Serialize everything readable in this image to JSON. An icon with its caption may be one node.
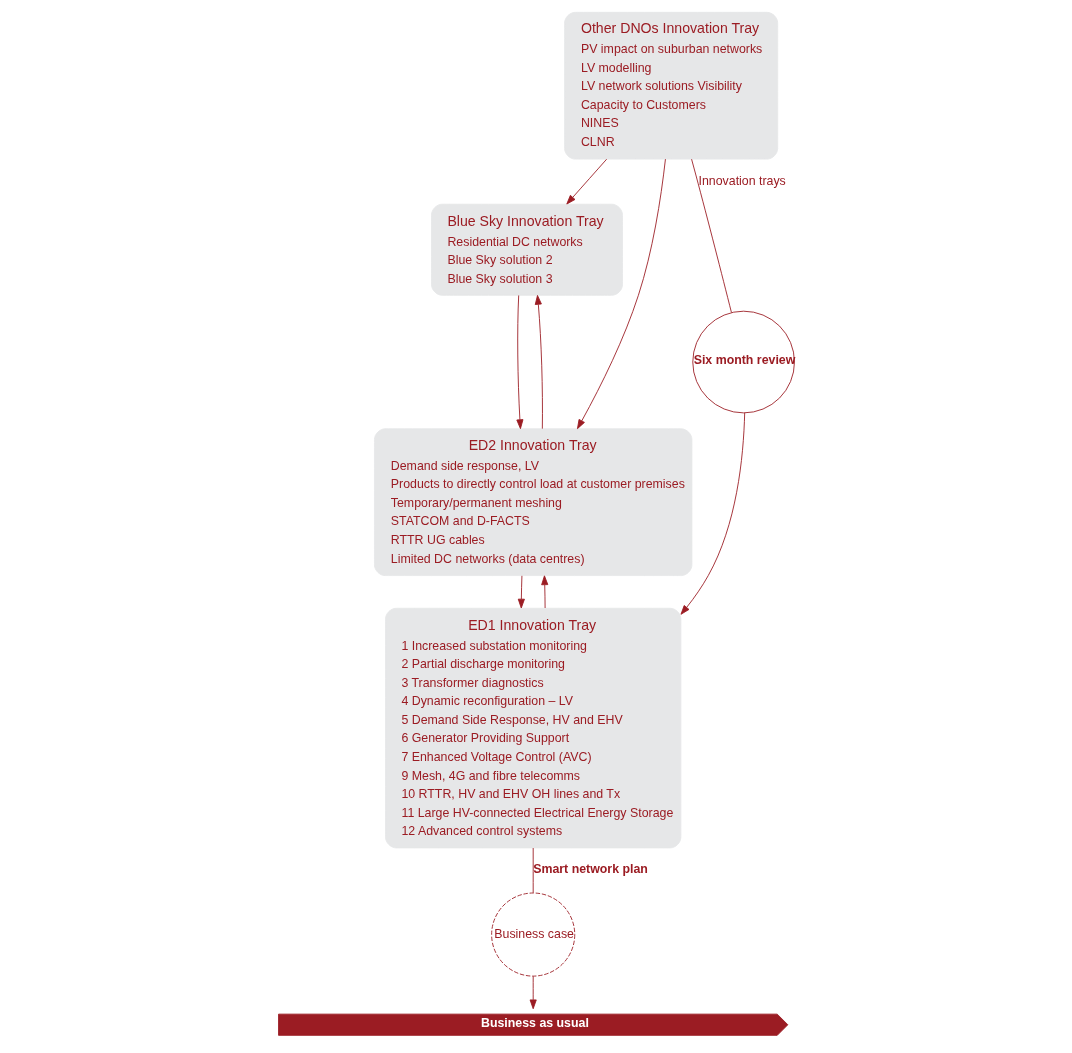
{
  "diagram": {
    "nodes": [
      {
        "text": [
          "Other DNOs Innovation Tray",
          "PV impact on suburban networks",
          "LV modelling",
          "LV network solutions Visibility",
          "Capacity to Customers",
          "NINES",
          "CLNR"
        ]
      },
      {
        "text": [
          "Blue Sky Innovation Tray",
          "Residential DC networks",
          "Blue Sky solution 2",
          "Blue Sky solution 3"
        ]
      },
      {
        "text": [
          "ED2 Innovation Tray",
          "Demand side response, LV",
          "Products to directly control load at customer premises",
          "Temporary/permanent meshing",
          "STATCOM and D-FACTS",
          "RTTR UG cables",
          "Limited DC networks (data centres)"
        ]
      },
      {
        "text": [
          "ED1 Innovation Tray",
          "1 Increased substation monitoring",
          "2 Partial discharge monitoring",
          "3 Transformer diagnostics",
          "4 Dynamic reconfiguration – LV",
          "5 Demand Side Response, HV and EHV",
          "6 Generator Providing Support",
          "7 Enhanced Voltage Control (AVC)",
          "9 Mesh, 4G and fibre telecomms",
          "10 RTTR, HV and EHV OH lines and Tx",
          "11 Large HV-connected Electrical Energy Storage",
          "12 Advanced control systems"
        ]
      },
      {
        "text": [
          "Six month review"
        ]
      },
      {
        "text": [
          "Business case"
        ]
      },
      {
        "text": [
          "Business as usual"
        ]
      }
    ],
    "edges": [
      {
        "from": 0,
        "to": 4,
        "arrow": "none",
        "label": "Innovation trays"
      },
      {
        "from": 0,
        "to": 2,
        "arrow": "to"
      },
      {
        "from": 0,
        "to": 1,
        "arrow": "to"
      },
      {
        "from": 1,
        "to": 2,
        "arrow": "to"
      },
      {
        "from": 2,
        "to": 1,
        "arrow": "to"
      },
      {
        "from": 2,
        "to": 3,
        "arrow": "to"
      },
      {
        "from": 3,
        "to": 2,
        "arrow": "to"
      },
      {
        "from": 4,
        "to": 3,
        "arrow": "to"
      },
      {
        "from": 3,
        "to": 5,
        "arrow": "none",
        "label": "Smart network plan"
      },
      {
        "from": 5,
        "to": 6,
        "arrow": "to"
      }
    ]
  }
}
